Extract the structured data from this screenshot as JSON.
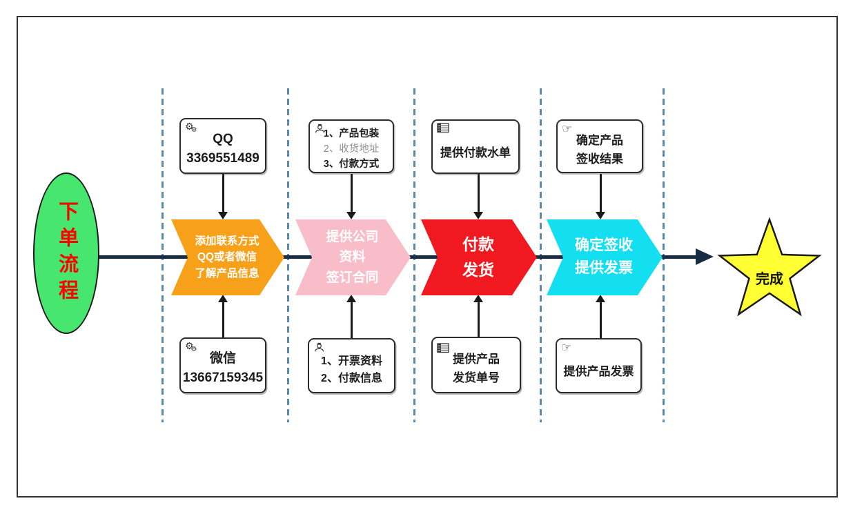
{
  "diagram": {
    "title": "下单流程",
    "finish_label": "完成",
    "colors": {
      "ellipse_fill": "#47E66E",
      "title_text": "#FF0000",
      "stage_colors": [
        "#F7A11A",
        "#F8BDC9",
        "#F0191F",
        "#14DFF0"
      ],
      "star_fill": "#FFFF33",
      "flow_line": "#152C44",
      "divider": "#5D87AB"
    },
    "stages": [
      {
        "label_lines": [
          "添加联系方式",
          "QQ或者微信",
          "了解产品信息"
        ],
        "top_box": {
          "icon": "gears-icon",
          "lines": [
            "QQ",
            "3369551489"
          ]
        },
        "bottom_box": {
          "icon": "gears-icon",
          "lines": [
            "微信",
            "13667159345"
          ]
        }
      },
      {
        "label_lines": [
          "提供公司",
          "资料",
          "签订合同"
        ],
        "top_box": {
          "icon": "worker-icon",
          "lines": [
            "1、产品包装",
            "2、收货地址",
            "3、付款方式"
          ]
        },
        "bottom_box": {
          "icon": "worker-icon",
          "lines": [
            "1、开票资料",
            "2、付款信息"
          ]
        }
      },
      {
        "label_lines": [
          "付款",
          "发货"
        ],
        "top_box": {
          "icon": "spreadsheet-icon",
          "lines": [
            "提供付款水单"
          ]
        },
        "bottom_box": {
          "icon": "spreadsheet-icon",
          "lines": [
            "提供产品",
            "发货单号"
          ]
        }
      },
      {
        "label_lines": [
          "确定签收",
          "提供发票"
        ],
        "top_box": {
          "icon": "pointing-hand-icon",
          "lines": [
            "确定产品",
            "签收结果"
          ]
        },
        "bottom_box": {
          "icon": "pointing-hand-icon",
          "lines": [
            "提供产品发票"
          ]
        }
      }
    ]
  }
}
